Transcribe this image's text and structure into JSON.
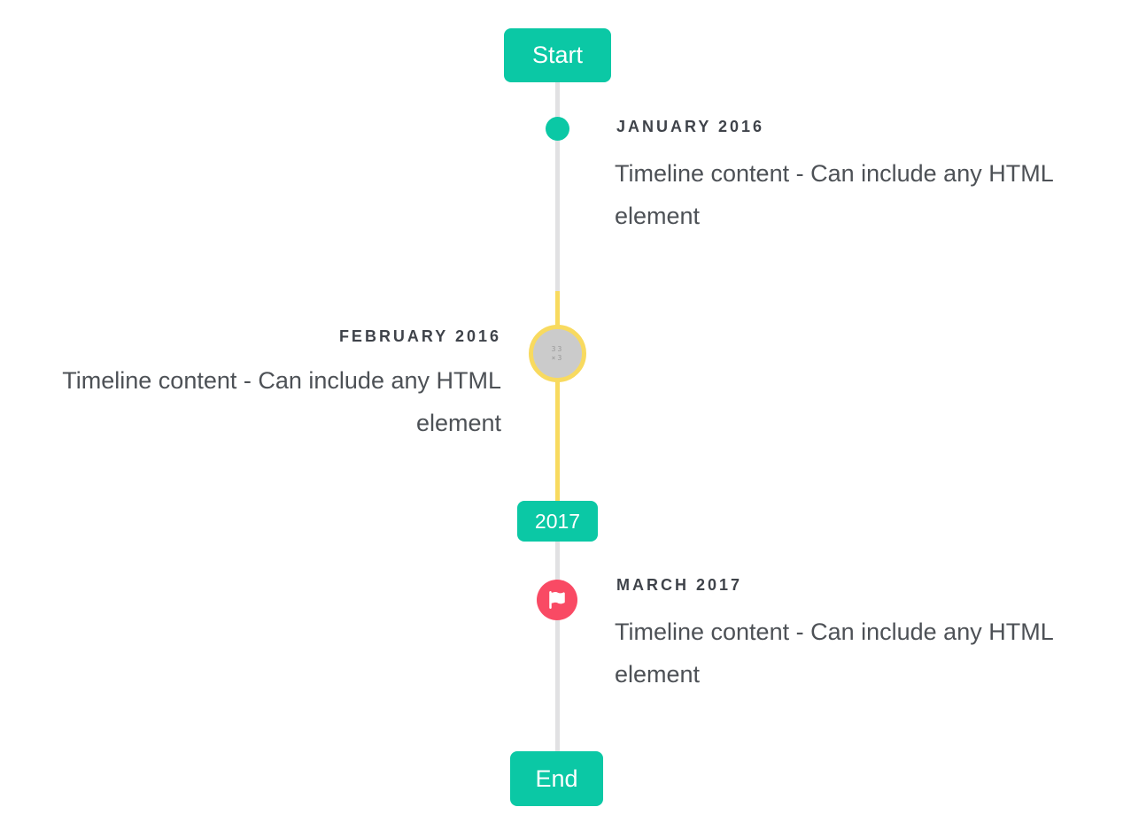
{
  "timeline": {
    "start_badge": "Start",
    "end_badge": "End",
    "year_badge": "2017",
    "colors": {
      "accent_teal": "#0bc8a5",
      "flag_red": "#f94a64",
      "highlight_yellow": "#f8da5f",
      "line_gray": "#e1e1e3",
      "image_marker_gray": "#cbcbcb",
      "title_text": "#3f434a",
      "content_text": "#4d5156"
    },
    "items": [
      {
        "id": "january-2016",
        "title": "JANUARY 2016",
        "content": "Timeline content - Can include any HTML element",
        "side": "right",
        "marker": "teal-dot"
      },
      {
        "id": "february-2016",
        "title": "FEBRUARY 2016",
        "content": "Timeline content - Can include any HTML element",
        "side": "left",
        "marker": "broken-image-circle",
        "marker_glyph_rows": [
          "33",
          "×3"
        ]
      },
      {
        "id": "march-2017",
        "title": "MARCH 2017",
        "content": "Timeline content - Can include any HTML element",
        "side": "right",
        "marker": "flag-circle"
      }
    ]
  }
}
